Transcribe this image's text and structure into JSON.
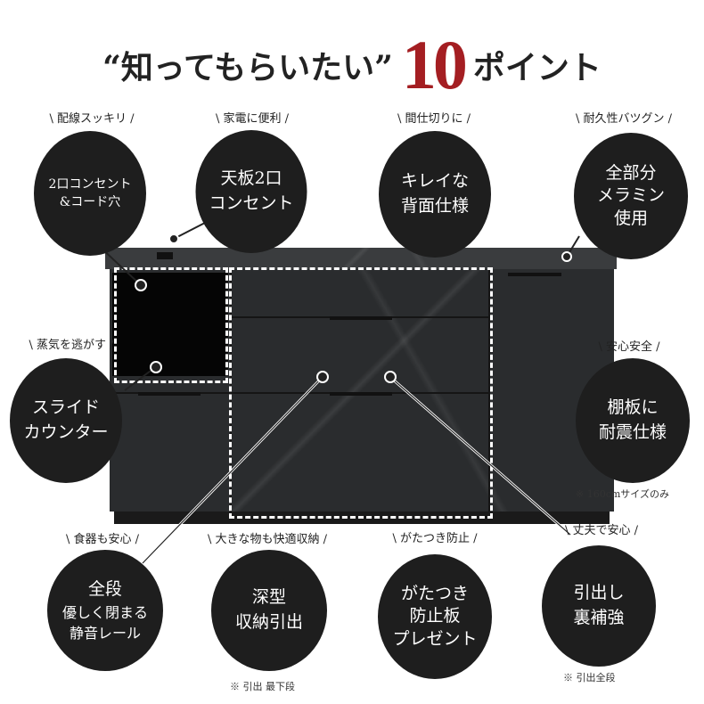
{
  "header": {
    "open_quote": "“知ってもらいたい”",
    "number": "10",
    "suffix": "ポイント",
    "accent_color": "#a41e22"
  },
  "points": [
    {
      "tag": "\\ 配線スッキリ /",
      "lines": [
        "2口コンセント",
        "&コード穴"
      ]
    },
    {
      "tag": "\\ 家電に便利 /",
      "lines": [
        "天板2口",
        "コンセント"
      ]
    },
    {
      "tag": "\\ 間仕切りに /",
      "lines": [
        "キレイな",
        "背面仕様"
      ]
    },
    {
      "tag": "\\ 耐久性バツグン /",
      "lines": [
        "全部分",
        "メラミン",
        "使用"
      ]
    },
    {
      "tag": "\\ 蒸気を逃がす /",
      "lines": [
        "スライド",
        "カウンター"
      ]
    },
    {
      "tag": "\\ 安心安全 /",
      "lines": [
        "棚板に",
        "耐震仕様"
      ],
      "note": "※ 160cmサイズのみ"
    },
    {
      "tag": "\\ 食器も安心 /",
      "lines": [
        "全段",
        "優しく閉まる",
        "静音レール"
      ]
    },
    {
      "tag": "\\ 大きな物も快適収納 /",
      "lines": [
        "深型",
        "収納引出"
      ],
      "note": "※ 引出 最下段"
    },
    {
      "tag": "\\ がたつき防止 /",
      "lines": [
        "がたつき",
        "防止板",
        "プレゼント"
      ]
    },
    {
      "tag": "\\ 丈夫で安心 /",
      "lines": [
        "引出し",
        "裏補強"
      ],
      "note": "※ 引出全段"
    }
  ]
}
